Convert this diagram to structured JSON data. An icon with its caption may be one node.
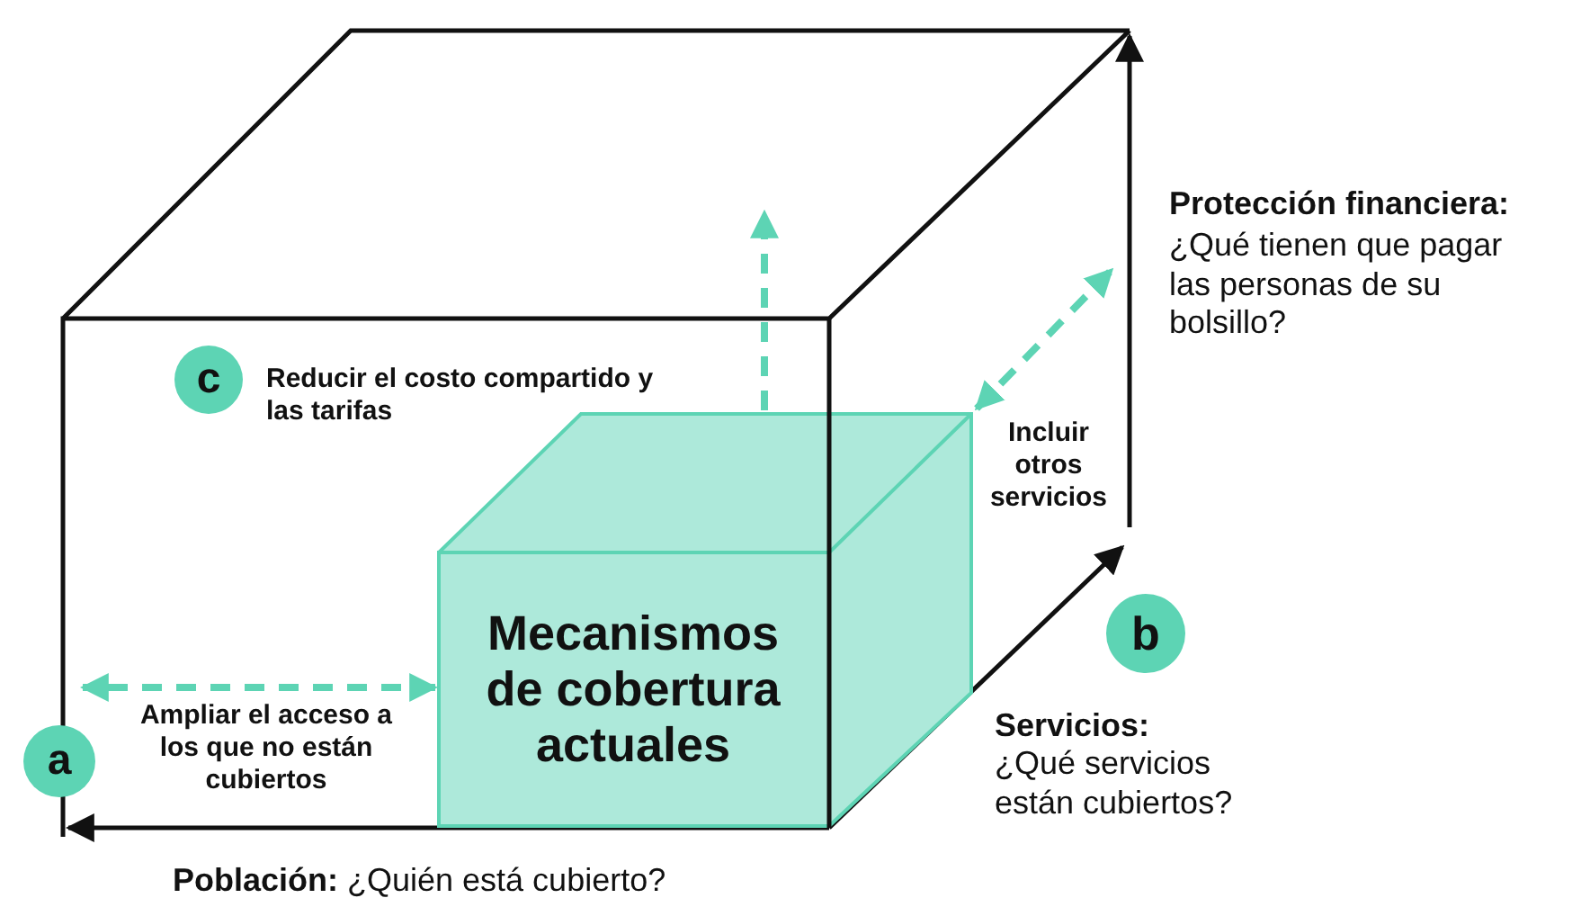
{
  "diagram": {
    "nodes": [
      {
        "text": [
          "c"
        ]
      },
      {
        "text": [
          "Mecanismos de cobertura actuales"
        ]
      },
      {
        "text": [
          "b"
        ]
      },
      {
        "text": [
          "a"
        ]
      }
    ],
    "edges": [
      {
        "from": 1,
        "to": null,
        "arrow": "to",
        "style": "dashed",
        "color": "#5dd4b4"
      },
      {
        "from": 1,
        "to": null,
        "arrow": "both",
        "style": "dashed",
        "color": "#5dd4b4"
      },
      {
        "from": 1,
        "to": 3,
        "arrow": "both",
        "style": "dashed",
        "color": "#5dd4b4"
      }
    ],
    "labels": [
      "Protección financiera:",
      "¿Qué tienen que pagar las personas de su bolsillo?",
      "Reducir el costo compartido y las tarifas",
      "Incluir otros servicios",
      "Ampliar el acceso a los que no están cubiertos",
      "Servicios:",
      "¿Qué servicios están cubiertos?",
      "Población:",
      "¿Quién está cubierto?"
    ]
  }
}
